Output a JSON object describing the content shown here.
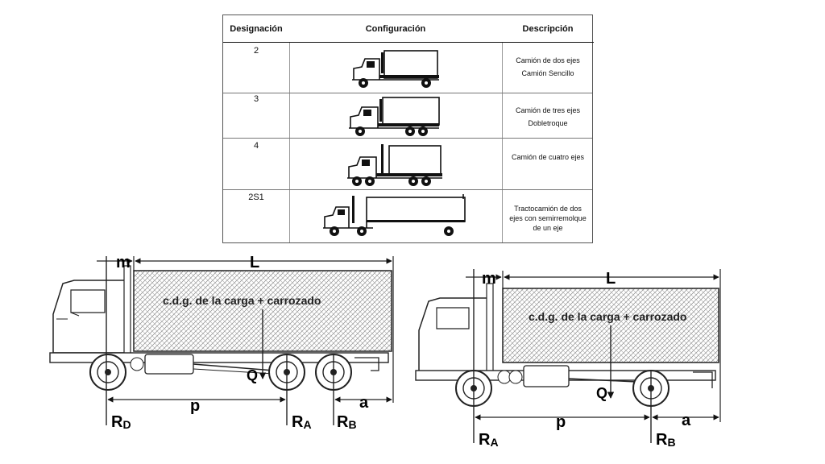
{
  "table": {
    "headers": [
      "Designación",
      "Configuración",
      "Descripción"
    ],
    "rows": [
      {
        "code": "2",
        "description_lines": [
          "Camión de dos ejes",
          "Camión Sencillo"
        ],
        "axles": 2,
        "icon": "two-axle-truck"
      },
      {
        "code": "3",
        "description_lines": [
          "Camión de tres ejes",
          "Dobletroque"
        ],
        "axles": 3,
        "icon": "three-axle-truck"
      },
      {
        "code": "4",
        "description_lines": [
          "Camión de cuatro ejes"
        ],
        "axles": 4,
        "icon": "four-axle-truck"
      },
      {
        "code": "2S1",
        "description_lines": [
          "Tractocamión  de dos",
          "ejes con semirremolque",
          "de un eje"
        ],
        "axles": 3,
        "icon": "tractor-semitrailer"
      }
    ]
  },
  "diagram_left": {
    "m": "m",
    "L": "L",
    "cdg": "c.d.g. de la carga + carrozado",
    "Q": "Q",
    "p": "p",
    "a": "a",
    "RD": "R",
    "RD_sub": "D",
    "RA": "R",
    "RA_sub": "A",
    "RB": "R",
    "RB_sub": "B"
  },
  "diagram_right": {
    "m": "m",
    "L": "L",
    "cdg": "c.d.g. de la carga + carrozado",
    "Q": "Q",
    "p": "p",
    "a": "a",
    "RA": "R",
    "RA_sub": "A",
    "RB": "R",
    "RB_sub": "B"
  }
}
